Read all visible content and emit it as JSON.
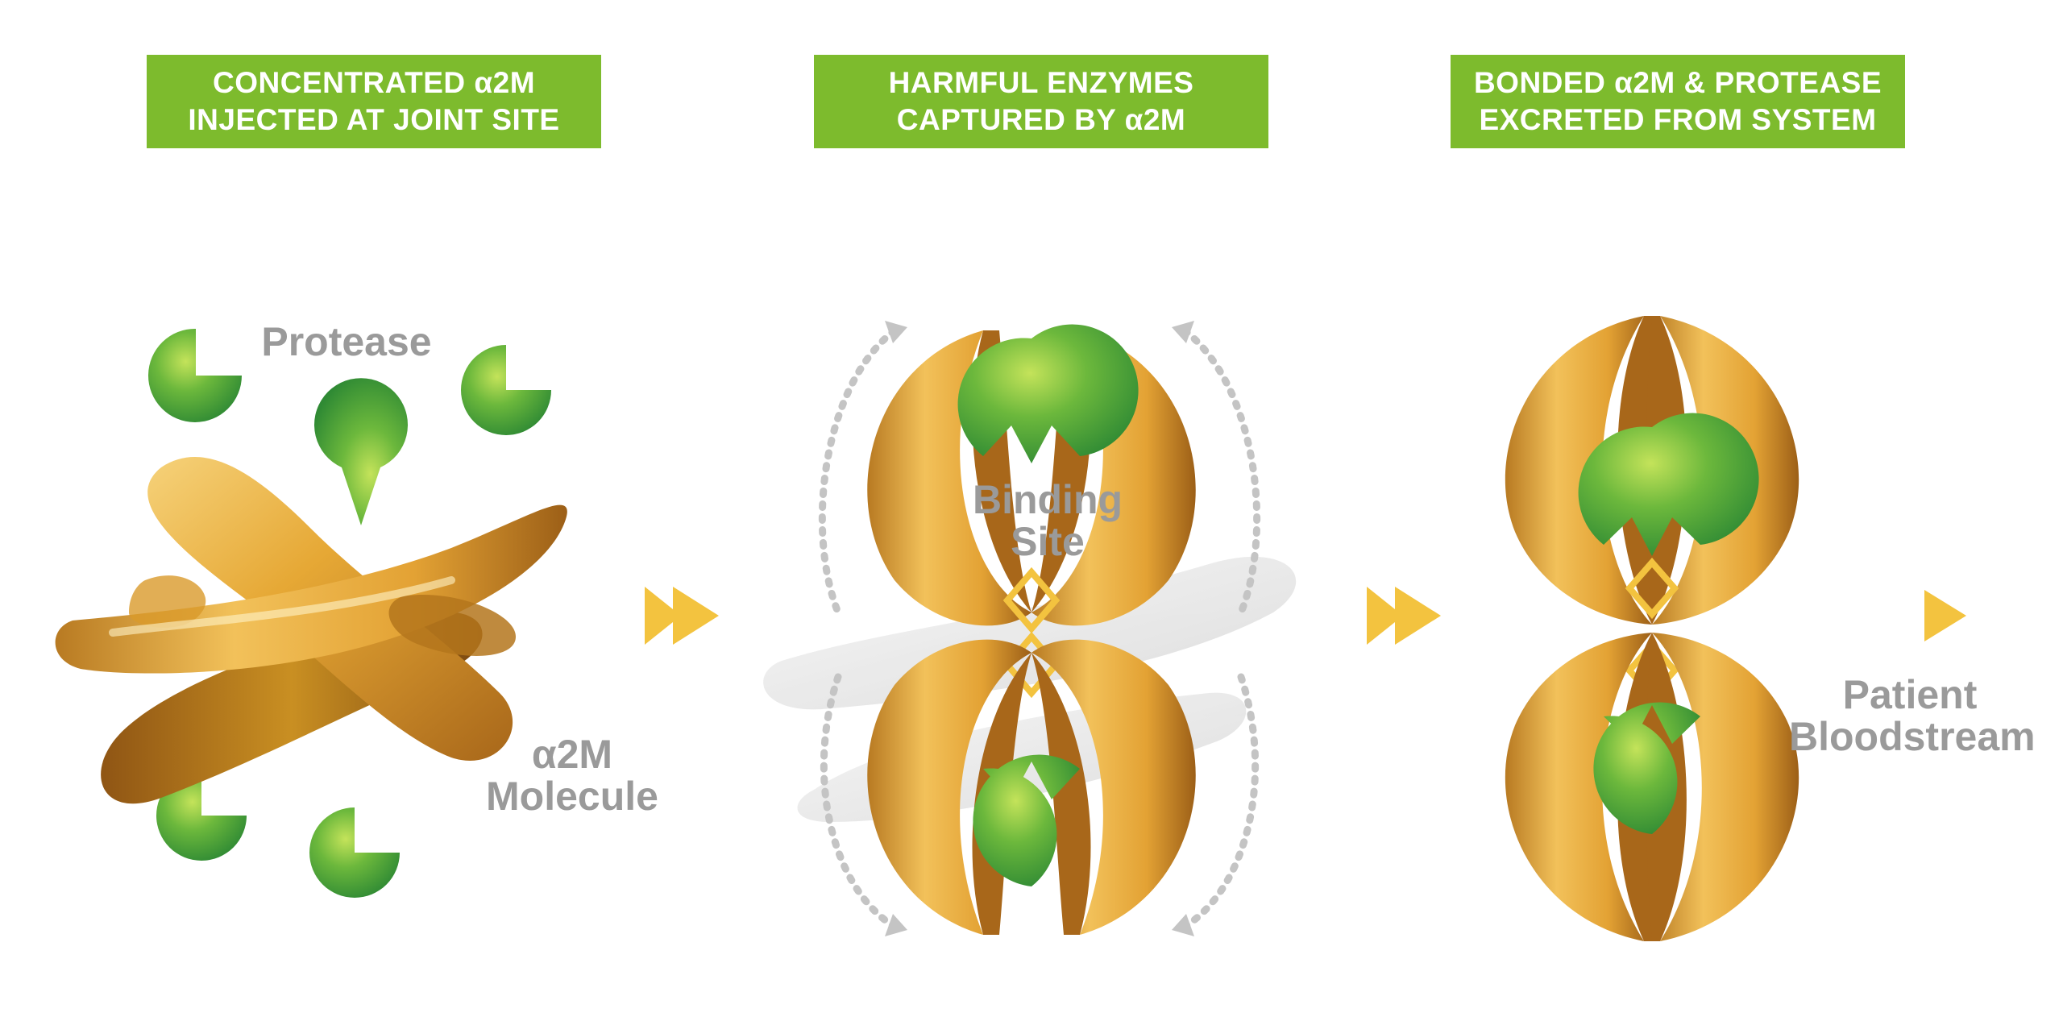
{
  "steps": [
    {
      "title": "CONCENTRATED α2M\nINJECTED AT JOINT SITE"
    },
    {
      "title": "HARMFUL ENZYMES\nCAPTURED BY α2M"
    },
    {
      "title": "BONDED α2M & PROTEASE\nEXCRETED FROM SYSTEM"
    }
  ],
  "labels": {
    "protease": "Protease",
    "molecule": "α2M\nMolecule",
    "binding_site": "Binding\nSite",
    "bloodstream": "Patient\nBloodstream"
  },
  "colors": {
    "banner_green": "#7dbb2d",
    "protease_green": "#4fa638",
    "molecule_gold": "#c98f22",
    "arrow_yellow": "#f3c33f",
    "label_gray": "#9a9a9a",
    "dotted_gray": "#c4c4c4"
  },
  "icons": [
    "protease-pacman-icon",
    "alpha2m-molecule-icon",
    "double-chevron-arrow-icon",
    "dotted-rotation-arrow-icon",
    "bloodstream-arrow-icon"
  ]
}
